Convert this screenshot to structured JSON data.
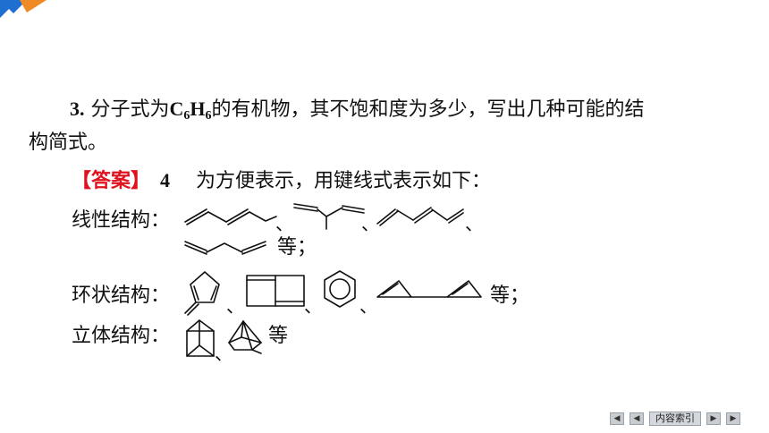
{
  "question": {
    "number": "3.",
    "text_before_formula": "分子式为",
    "formula_c": "C",
    "formula_c_sub": "6",
    "formula_h": "H",
    "formula_h_sub": "6",
    "text_after_formula": "的有机物，其不饱和度为多少，写出几种可能的结",
    "text_line2": "构简式。"
  },
  "answer": {
    "tag": "【答案】",
    "value": "4",
    "intro": "为方便表示，用键线式表示如下："
  },
  "sections": {
    "linear_label": "线性结构：",
    "linear_end": "等；",
    "cyclic_label": "环状结构：",
    "cyclic_end": "等；",
    "stereo_label": "立体结构：",
    "stereo_end": "等",
    "separator": "、"
  },
  "navigation": {
    "first_icon": "first-page-icon",
    "prev_icon": "previous-page-icon",
    "index_label": "内容索引",
    "next_icon": "next-page-icon",
    "last_icon": "last-page-icon"
  },
  "colors": {
    "answer_red": "#e0121e",
    "corner_blue": "#1f6fd1",
    "corner_orange": "#f08a24"
  }
}
